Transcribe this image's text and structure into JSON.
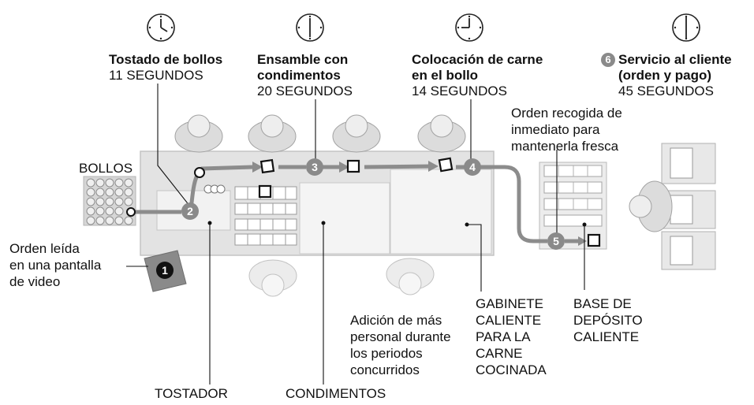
{
  "steps": {
    "toasting": {
      "title": "Tostado de bollos",
      "time": "11 SEGUNDOS"
    },
    "assembly": {
      "title_line1": "Ensamble con",
      "title_line2": "condimentos",
      "time": "20 SEGUNDOS"
    },
    "placement": {
      "title_line1": "Colocación de carne",
      "title_line2": "en el bollo",
      "time": "14 SEGUNDOS"
    },
    "service": {
      "badge": "6",
      "title_line1": "Servicio al cliente",
      "title_line2": "(orden y pago)",
      "time": "45 SEGUNDOS"
    }
  },
  "labels": {
    "bollos": "BOLLOS",
    "order_read": [
      "Orden leída",
      "en una pantalla",
      "de video"
    ],
    "order_collected": [
      "Orden recogida de",
      "inmediato para",
      "mantenerla fresca"
    ],
    "extra_staff": [
      "Adición de más",
      "personal durante",
      "los periodos",
      "concurridos"
    ],
    "hot_cabinet": [
      "GABINETE",
      "CALIENTE",
      "PARA LA",
      "CARNE",
      "COCINADA"
    ],
    "hot_base": [
      "BASE DE",
      "DEPÓSITO",
      "CALIENTE"
    ],
    "toaster": "TOSTADOR",
    "condiments": "CONDIMENTOS"
  },
  "markers": [
    "1",
    "2",
    "3",
    "4",
    "5"
  ]
}
